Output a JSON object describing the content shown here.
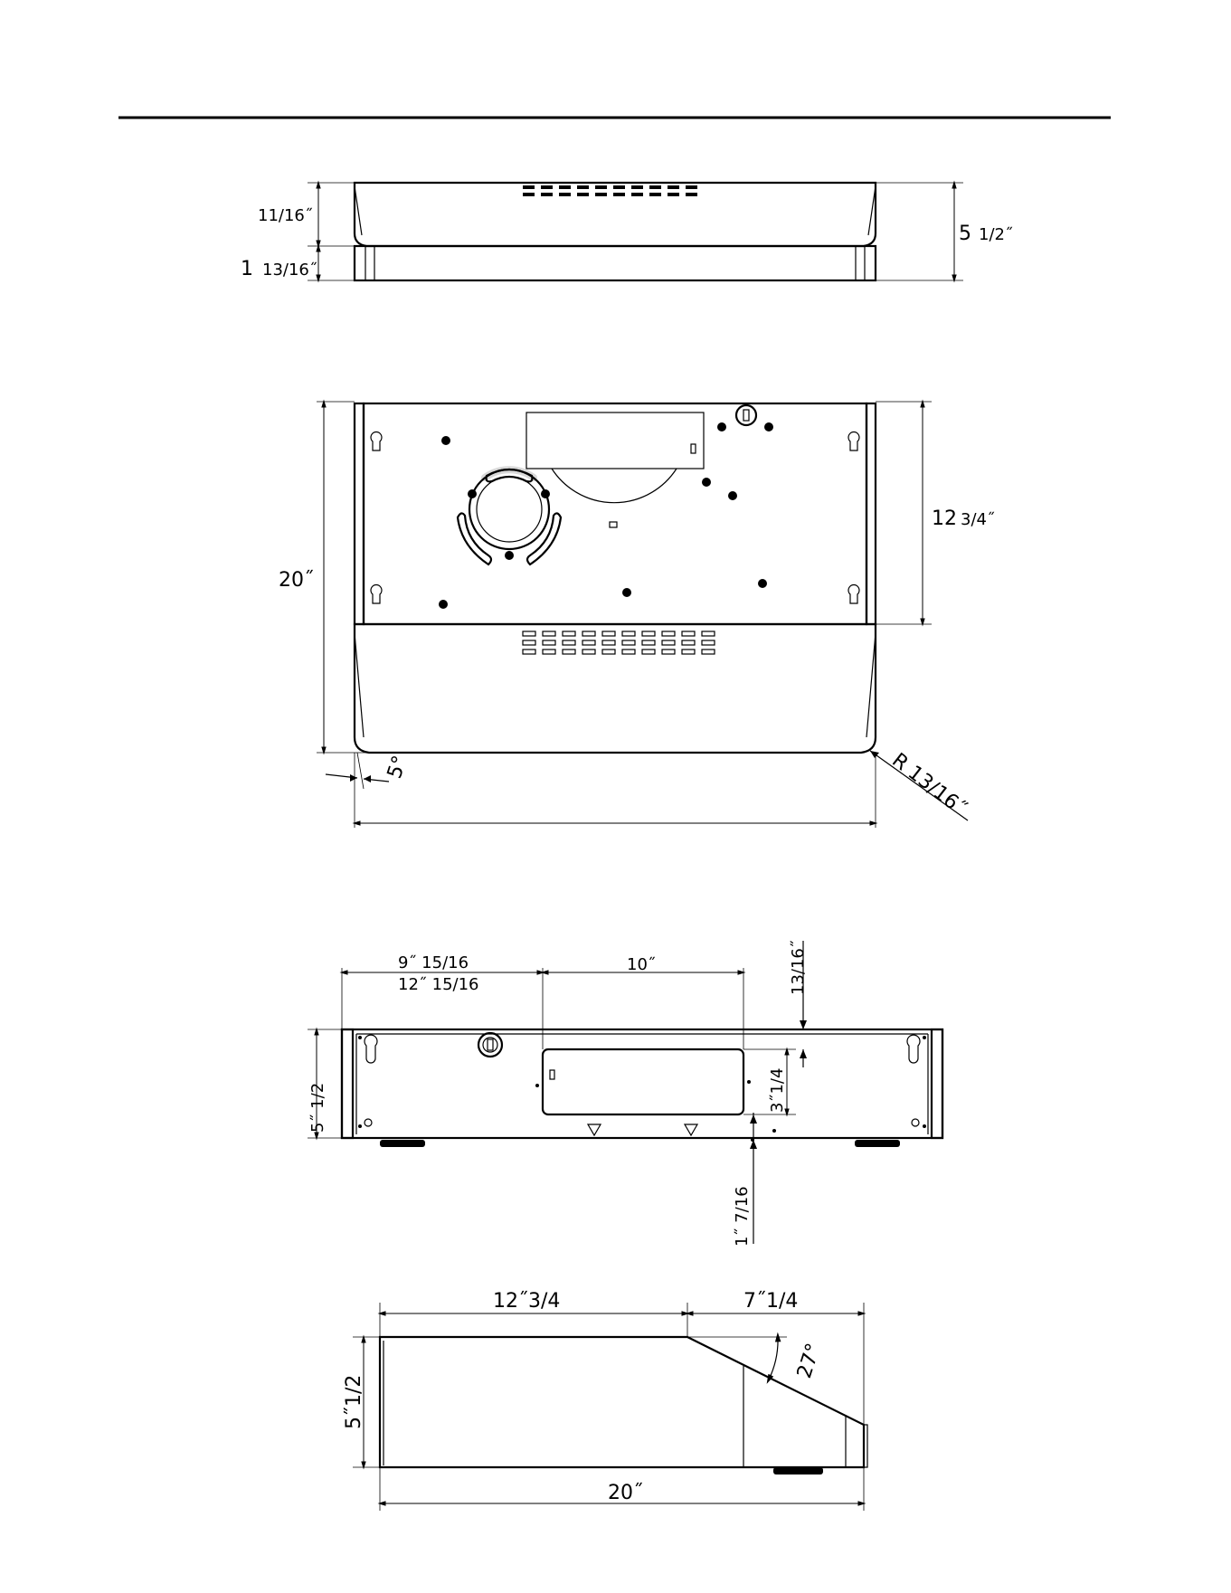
{
  "views": {
    "front": {
      "dim_top": "11/16˝",
      "dim_bottom_whole": "1",
      "dim_bottom_frac": "13/16˝",
      "dim_height_whole": "5",
      "dim_height_frac": "1/2˝"
    },
    "bottom": {
      "dim_depth": "20˝",
      "dim_flat": "12",
      "dim_flat_frac": "3/4˝",
      "dim_angle": "5°",
      "dim_radius": "R 13/16˝"
    },
    "rear": {
      "dim_offset_a": "9˝  15/16",
      "dim_offset_b": "12˝  15/16",
      "dim_duct_width": "10˝",
      "dim_top_gap": "13/16˝",
      "dim_duct_height": "3˝1/4",
      "dim_height": "5˝  1/2",
      "dim_bottom_gap": "1˝  7/16"
    },
    "side": {
      "dim_flat": "12˝3/4",
      "dim_slope": "7˝1/4",
      "dim_angle": "27°",
      "dim_height": "5˝1/2",
      "dim_depth": "20˝"
    }
  }
}
